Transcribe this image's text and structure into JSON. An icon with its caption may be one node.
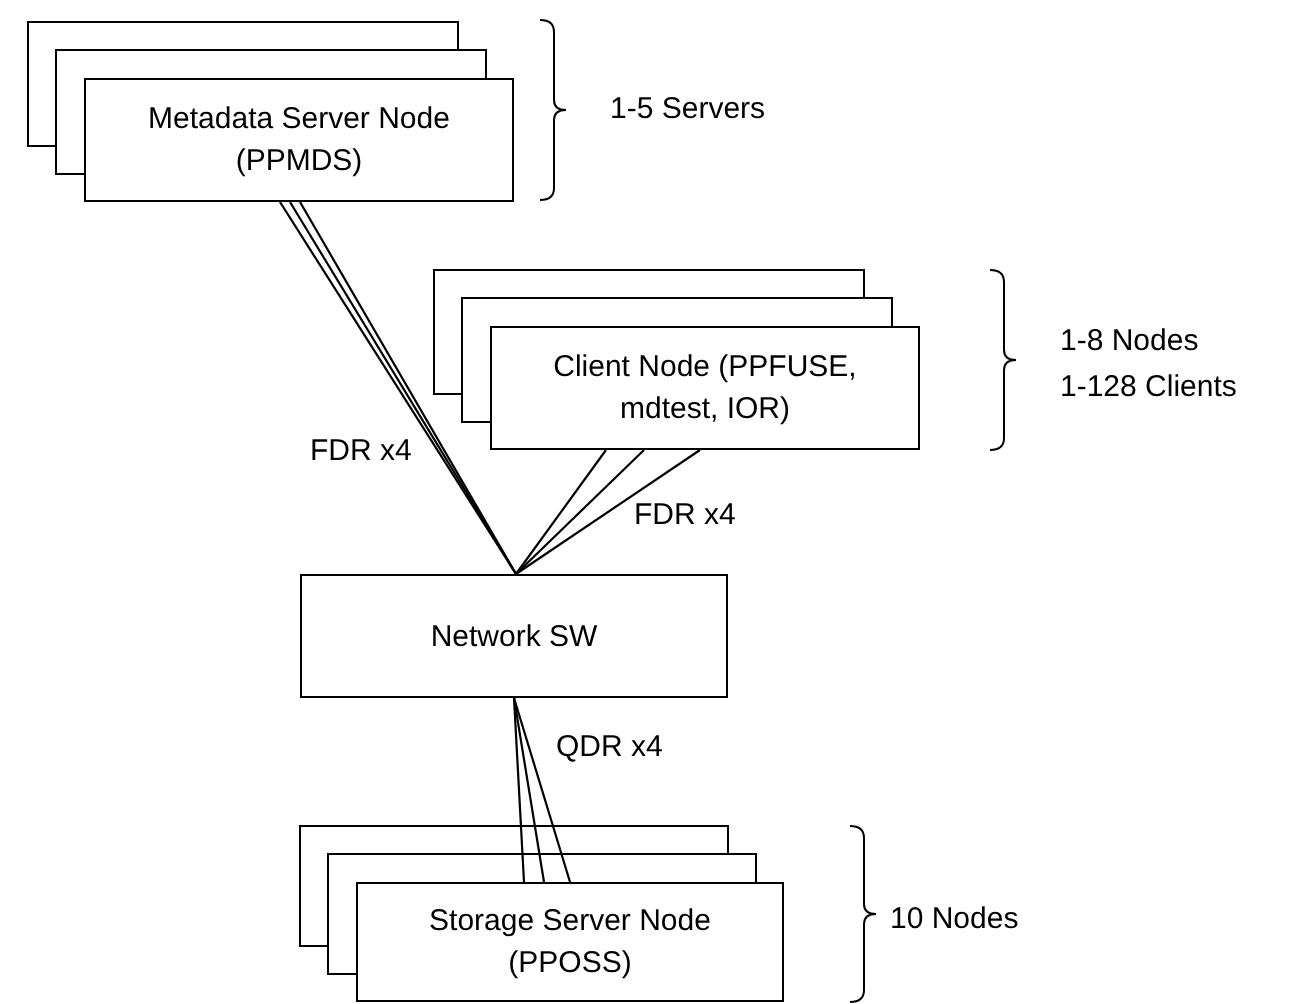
{
  "diagram": {
    "nodes": [
      {
        "text": [
          "Metadata Server Node (PPMDS)"
        ]
      },
      {
        "text": [
          "Client Node (PPFUSE, mdtest, IOR)"
        ]
      },
      {
        "text": [
          "Network SW"
        ]
      },
      {
        "text": [
          "Storage Server Node (PPOSS)"
        ]
      }
    ],
    "edges": [
      {
        "from": 0,
        "to": 2,
        "arrow": "none"
      },
      {
        "from": 0,
        "to": 2,
        "arrow": "none"
      },
      {
        "from": 0,
        "to": 2,
        "arrow": "none"
      },
      {
        "from": 1,
        "to": 2,
        "arrow": "none"
      },
      {
        "from": 1,
        "to": 2,
        "arrow": "none"
      },
      {
        "from": 1,
        "to": 2,
        "arrow": "none"
      },
      {
        "from": 2,
        "to": 3,
        "arrow": "none"
      },
      {
        "from": 2,
        "to": 3,
        "arrow": "none"
      },
      {
        "from": 2,
        "to": 3,
        "arrow": "none"
      }
    ],
    "labels": [
      "1-5 Servers",
      "1-8 Nodes",
      "1-128 Clients",
      "FDR x4",
      "FDR x4",
      "QDR x4",
      "10 Nodes"
    ]
  }
}
